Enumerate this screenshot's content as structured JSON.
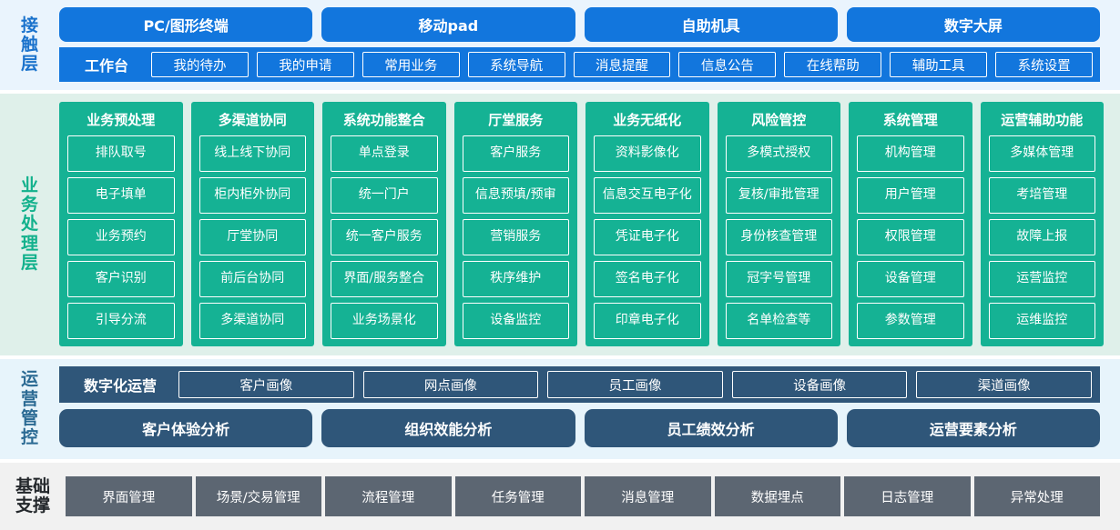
{
  "layers": {
    "contact": {
      "label": "接触层",
      "label_lines": [
        "接",
        "触",
        "层"
      ],
      "channels": [
        "PC/图形终端",
        "移动pad",
        "自助机具",
        "数字大屏"
      ],
      "workbench_label": "工作台",
      "menu_items": [
        "我的待办",
        "我的申请",
        "常用业务",
        "系统导航",
        "消息提醒",
        "信息公告",
        "在线帮助",
        "辅助工具",
        "系统设置"
      ],
      "accent": "#1276dd",
      "background": "#eaf4fd",
      "label_color": "#1a72cc"
    },
    "business": {
      "label": "业务处理层",
      "label_lines": [
        "业",
        "务",
        "处",
        "理",
        "层"
      ],
      "accent": "#15b294",
      "background": "#dff0ea",
      "label_color": "#12b18c",
      "columns": [
        {
          "title": "业务预处理",
          "items": [
            "排队取号",
            "电子填单",
            "业务预约",
            "客户识别",
            "引导分流"
          ]
        },
        {
          "title": "多渠道协同",
          "items": [
            "线上线下协同",
            "柜内柜外协同",
            "厅堂协同",
            "前后台协同",
            "多渠道协同"
          ]
        },
        {
          "title": "系统功能整合",
          "items": [
            "单点登录",
            "统一门户",
            "统一客户服务",
            "界面/服务整合",
            "业务场景化"
          ]
        },
        {
          "title": "厅堂服务",
          "items": [
            "客户服务",
            "信息预填/预审",
            "营销服务",
            "秩序维护",
            "设备监控"
          ]
        },
        {
          "title": "业务无纸化",
          "items": [
            "资料影像化",
            "信息交互电子化",
            "凭证电子化",
            "签名电子化",
            "印章电子化"
          ]
        },
        {
          "title": "风险管控",
          "items": [
            "多模式授权",
            "复核/审批管理",
            "身份核查管理",
            "冠字号管理",
            "名单检查等"
          ]
        },
        {
          "title": "系统管理",
          "items": [
            "机构管理",
            "用户管理",
            "权限管理",
            "设备管理",
            "参数管理"
          ]
        },
        {
          "title": "运营辅助功能",
          "items": [
            "多媒体管理",
            "考培管理",
            "故障上报",
            "运营监控",
            "运维监控"
          ]
        }
      ]
    },
    "operations": {
      "label": "运营管控",
      "label_lines": [
        "运",
        "营",
        "管",
        "控"
      ],
      "accent": "#2f5679",
      "background": "#e7f4fb",
      "label_color": "#2b6a93",
      "digital_ops_label": "数字化运营",
      "portraits": [
        "客户画像",
        "网点画像",
        "员工画像",
        "设备画像",
        "渠道画像"
      ],
      "analyses": [
        "客户体验分析",
        "组织效能分析",
        "员工绩效分析",
        "运营要素分析"
      ]
    },
    "foundation": {
      "label": "基础支撑",
      "label_lines": [
        "基础",
        "支撑"
      ],
      "accent": "#5c6672",
      "background": "#f1f1f1",
      "label_color": "#23272b",
      "items": [
        "界面管理",
        "场景/交易管理",
        "流程管理",
        "任务管理",
        "消息管理",
        "数据埋点",
        "日志管理",
        "异常处理"
      ]
    }
  }
}
